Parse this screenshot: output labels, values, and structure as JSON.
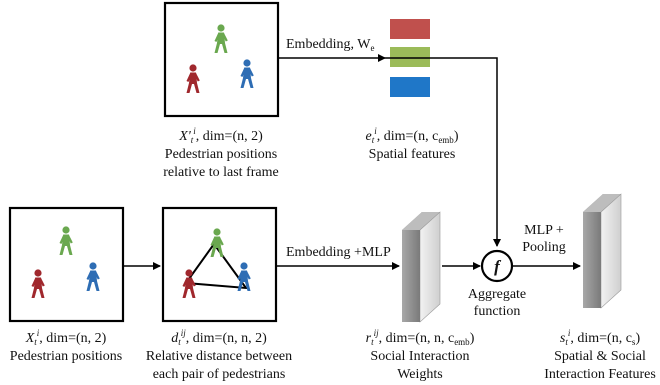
{
  "diagram": {
    "nodes": {
      "rel_positions": {
        "var_symbol": "X'",
        "var_sub": "t",
        "var_sup": "i",
        "dim_text": ", dim=(n, 2)",
        "line1": "Pedestrian positions",
        "line2": "relative to last frame"
      },
      "spatial_features": {
        "var_symbol": "e",
        "var_sub": "t",
        "var_sup": "i",
        "dim_prefix": ", dim=(n, c",
        "dim_sub": "emb",
        "dim_suffix": ")",
        "line1": "Spatial features",
        "bar_colors": [
          "#c0504d",
          "#9bbb59",
          "#1f77c8"
        ]
      },
      "positions": {
        "var_symbol": "X",
        "var_sub": "t",
        "var_sup": "i",
        "dim_text": ", dim=(n, 2)",
        "line1": "Pedestrian positions"
      },
      "rel_distance": {
        "var_symbol": "d",
        "var_sub": "t",
        "var_sup": "ij",
        "dim_text": ", dim=(n, n, 2)",
        "line1": "Relative distance between",
        "line2": "each pair of pedestrians"
      },
      "social_weights": {
        "var_symbol": "r",
        "var_sub": "t",
        "var_sup": "ij",
        "dim_prefix": ", dim=(n, n, c",
        "dim_sub": "emb",
        "dim_suffix": ")",
        "line1": "Social Interaction",
        "line2": "Weights"
      },
      "aggregate": {
        "symbol": "f",
        "line1": "Aggregate",
        "line2": "function"
      },
      "output": {
        "var_symbol": "s",
        "var_sub": "t",
        "var_sup": "i",
        "dim_prefix": ", dim=(n, c",
        "dim_sub": "s",
        "dim_suffix": ")",
        "line1": "Spatial & Social",
        "line2": "Interaction Features"
      }
    },
    "edges": {
      "embedding_top": {
        "label": "Embedding, W",
        "label_sub": "e"
      },
      "embedding_mlp": {
        "label": "Embedding +MLP"
      },
      "mlp_pooling": {
        "line1": "MLP +",
        "line2": "Pooling"
      }
    },
    "colors": {
      "ped_red": "#a0282d",
      "ped_green": "#6aa84f",
      "ped_blue": "#2e6db4",
      "slab_light": "#e0e0e0",
      "slab_dark": "#8f8f8f"
    }
  }
}
